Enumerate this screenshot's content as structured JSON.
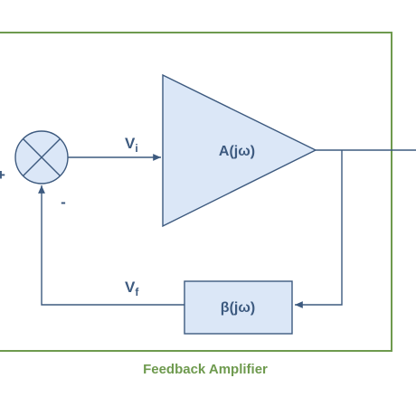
{
  "diagram": {
    "caption": "Feedback Amplifier",
    "amplifier_label": "A(jω)",
    "feedback_label": "β(jω)",
    "input_signal": {
      "main": "V",
      "sub": "i"
    },
    "feedback_signal": {
      "main": "V",
      "sub": "f"
    },
    "plus_sign": "+",
    "minus_sign": "-"
  },
  "colors": {
    "frame": "#6e9a4e",
    "caption": "#6e9a4e",
    "block_stroke": "#3d5a7f",
    "block_fill": "#dbe7f7",
    "line": "#3d5a7f",
    "text": "#3d5a7f"
  }
}
